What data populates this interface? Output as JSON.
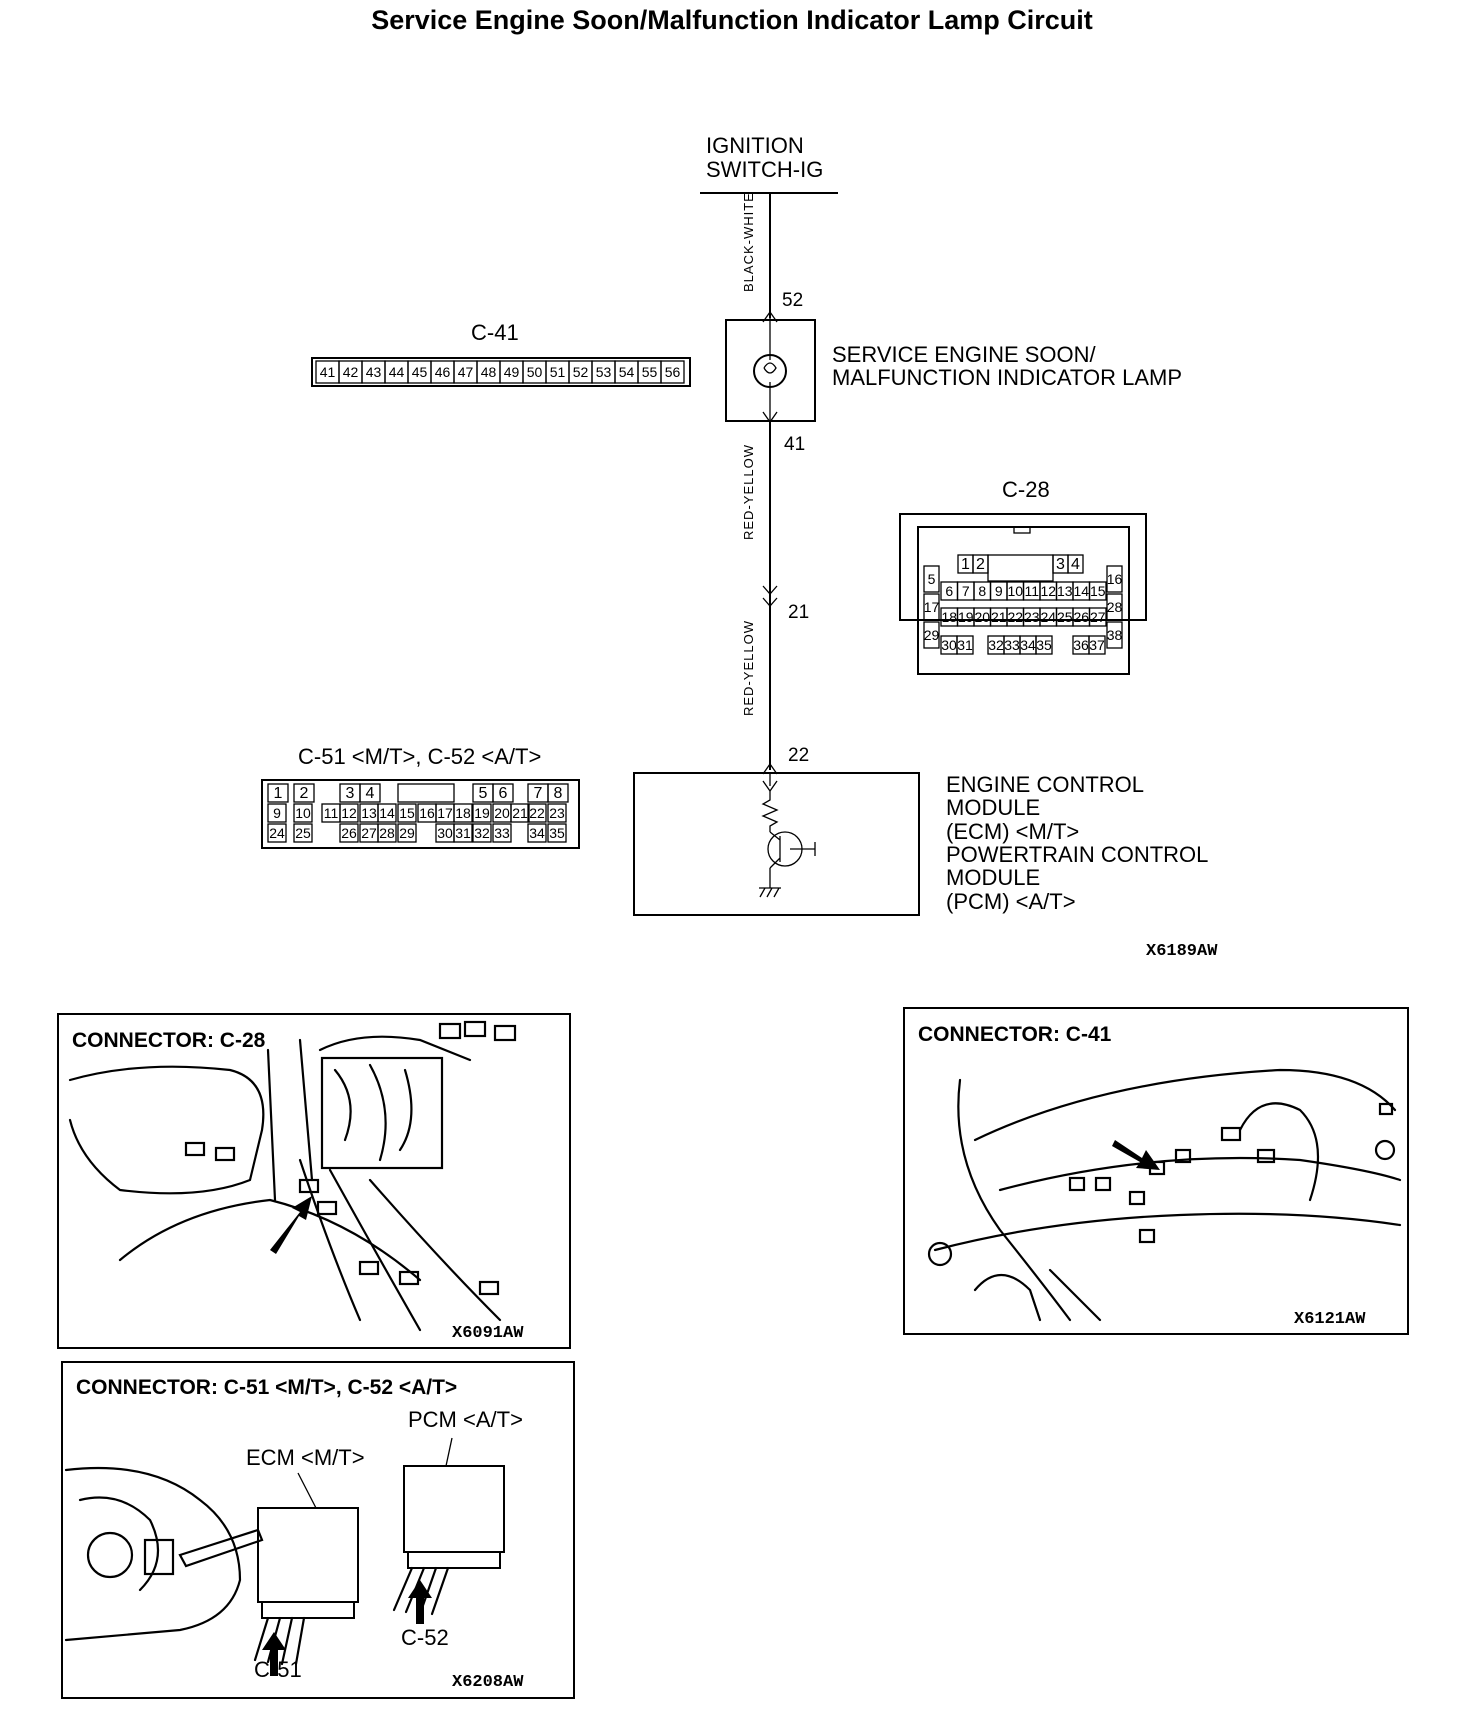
{
  "title": "Service Engine Soon/Malfunction Indicator Lamp Circuit",
  "ignition": {
    "line1": "IGNITION",
    "line2": "SWITCH-IG"
  },
  "wires": {
    "black_white": "BLACK-WHITE",
    "red_yellow_upper": "RED-YELLOW",
    "red_yellow_lower": "RED-YELLOW"
  },
  "pins": {
    "p52": "52",
    "p41": "41",
    "p21": "21",
    "p22": "22"
  },
  "lamp": {
    "line1": "SERVICE ENGINE SOON/",
    "line2": "MALFUNCTION INDICATOR LAMP"
  },
  "module": {
    "lines": [
      "ENGINE CONTROL",
      "MODULE",
      "(ECM) <M/T>",
      "POWERTRAIN CONTROL",
      "MODULE",
      "(PCM) <A/T>"
    ]
  },
  "c41": {
    "name": "C-41",
    "pins": [
      "41",
      "42",
      "43",
      "44",
      "45",
      "46",
      "47",
      "48",
      "49",
      "50",
      "51",
      "52",
      "53",
      "54",
      "55",
      "56"
    ]
  },
  "c28": {
    "name": "C-28",
    "top": [
      "1",
      "2",
      "3",
      "4"
    ],
    "left": [
      "5",
      "17",
      "29"
    ],
    "right": [
      "16",
      "28",
      "38"
    ],
    "row2": [
      "6",
      "7",
      "8",
      "9",
      "10",
      "11",
      "12",
      "13",
      "14",
      "15"
    ],
    "row3": [
      "18",
      "19",
      "20",
      "21",
      "22",
      "23",
      "24",
      "25",
      "26",
      "27"
    ],
    "row4": [
      "30",
      "31",
      "32",
      "33",
      "34",
      "35",
      "36",
      "37"
    ]
  },
  "c51": {
    "name": "C-51 <M/T>, C-52 <A/T>",
    "row1": [
      "1",
      "2",
      "3",
      "4",
      "5",
      "6",
      "7",
      "8"
    ],
    "row2": [
      "9",
      "10",
      "11",
      "12",
      "13",
      "14",
      "15",
      "16",
      "17",
      "18",
      "19",
      "20",
      "21",
      "22",
      "23"
    ],
    "row3": [
      "24",
      "25",
      "26",
      "27",
      "28",
      "29",
      "30",
      "31",
      "32",
      "33",
      "34",
      "35"
    ]
  },
  "figure_codes": {
    "circuit": "X6189AW",
    "c28_view": "X6091AW",
    "c41_view": "X6121AW",
    "c51_view": "X6208AW"
  },
  "panels": {
    "c28": {
      "caption": "CONNECTOR: C-28"
    },
    "c41": {
      "caption": "CONNECTOR: C-41"
    },
    "c51": {
      "caption": "CONNECTOR: C-51 <M/T>, C-52 <A/T>",
      "pcm": "PCM <A/T>",
      "ecm": "ECM <M/T>",
      "c52": "C-52",
      "c51": "C-51"
    }
  }
}
